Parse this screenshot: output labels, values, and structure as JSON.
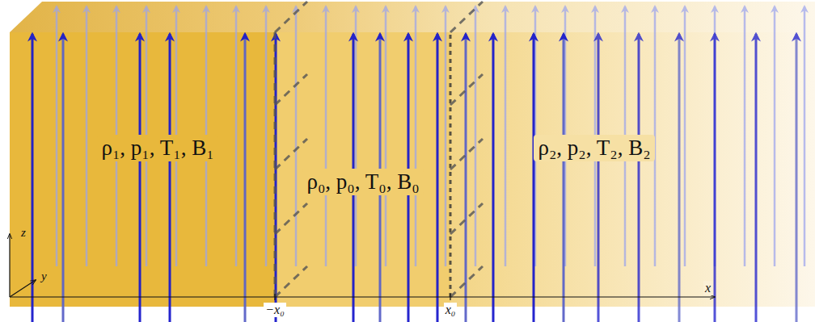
{
  "diagram": {
    "nodes": [
      {
        "text": [
          "ρ₁, p₁, T₁, B₁"
        ]
      },
      {
        "text": [
          "ρ₀, p₀, T₀, B₀"
        ]
      },
      {
        "text": [
          "ρ₂, p₂, T₂, B₂"
        ]
      }
    ],
    "labels": [
      "z",
      "y",
      "−x₀",
      "x₀",
      "x"
    ]
  }
}
